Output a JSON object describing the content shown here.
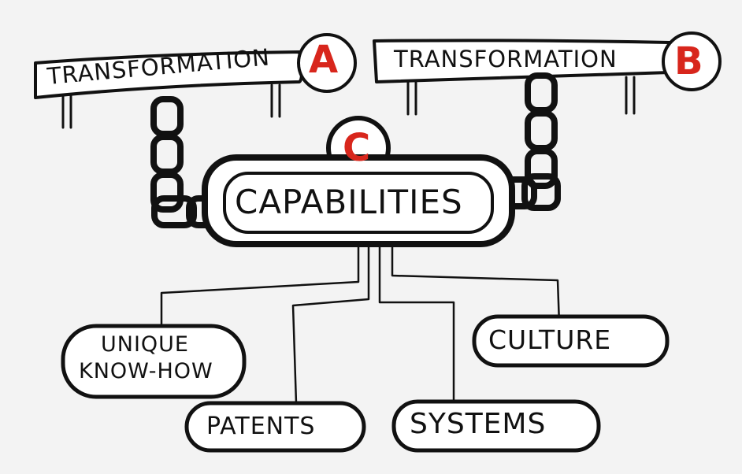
{
  "banners": [
    {
      "label": "TRANSFORMATION",
      "letter": "A"
    },
    {
      "label": "TRANSFORMATION",
      "letter": "B"
    }
  ],
  "hub": {
    "letter": "C",
    "label": "CAPABILITIES"
  },
  "nodes": {
    "unique_line1": "UNIQUE",
    "unique_line2": "KNOW-HOW",
    "patents": "PATENTS",
    "systems": "SYSTEMS",
    "culture": "CULTURE"
  },
  "colors": {
    "accent": "#d8261c",
    "ink": "#111111",
    "paper": "#f3f3f3",
    "box": "#ffffff"
  }
}
